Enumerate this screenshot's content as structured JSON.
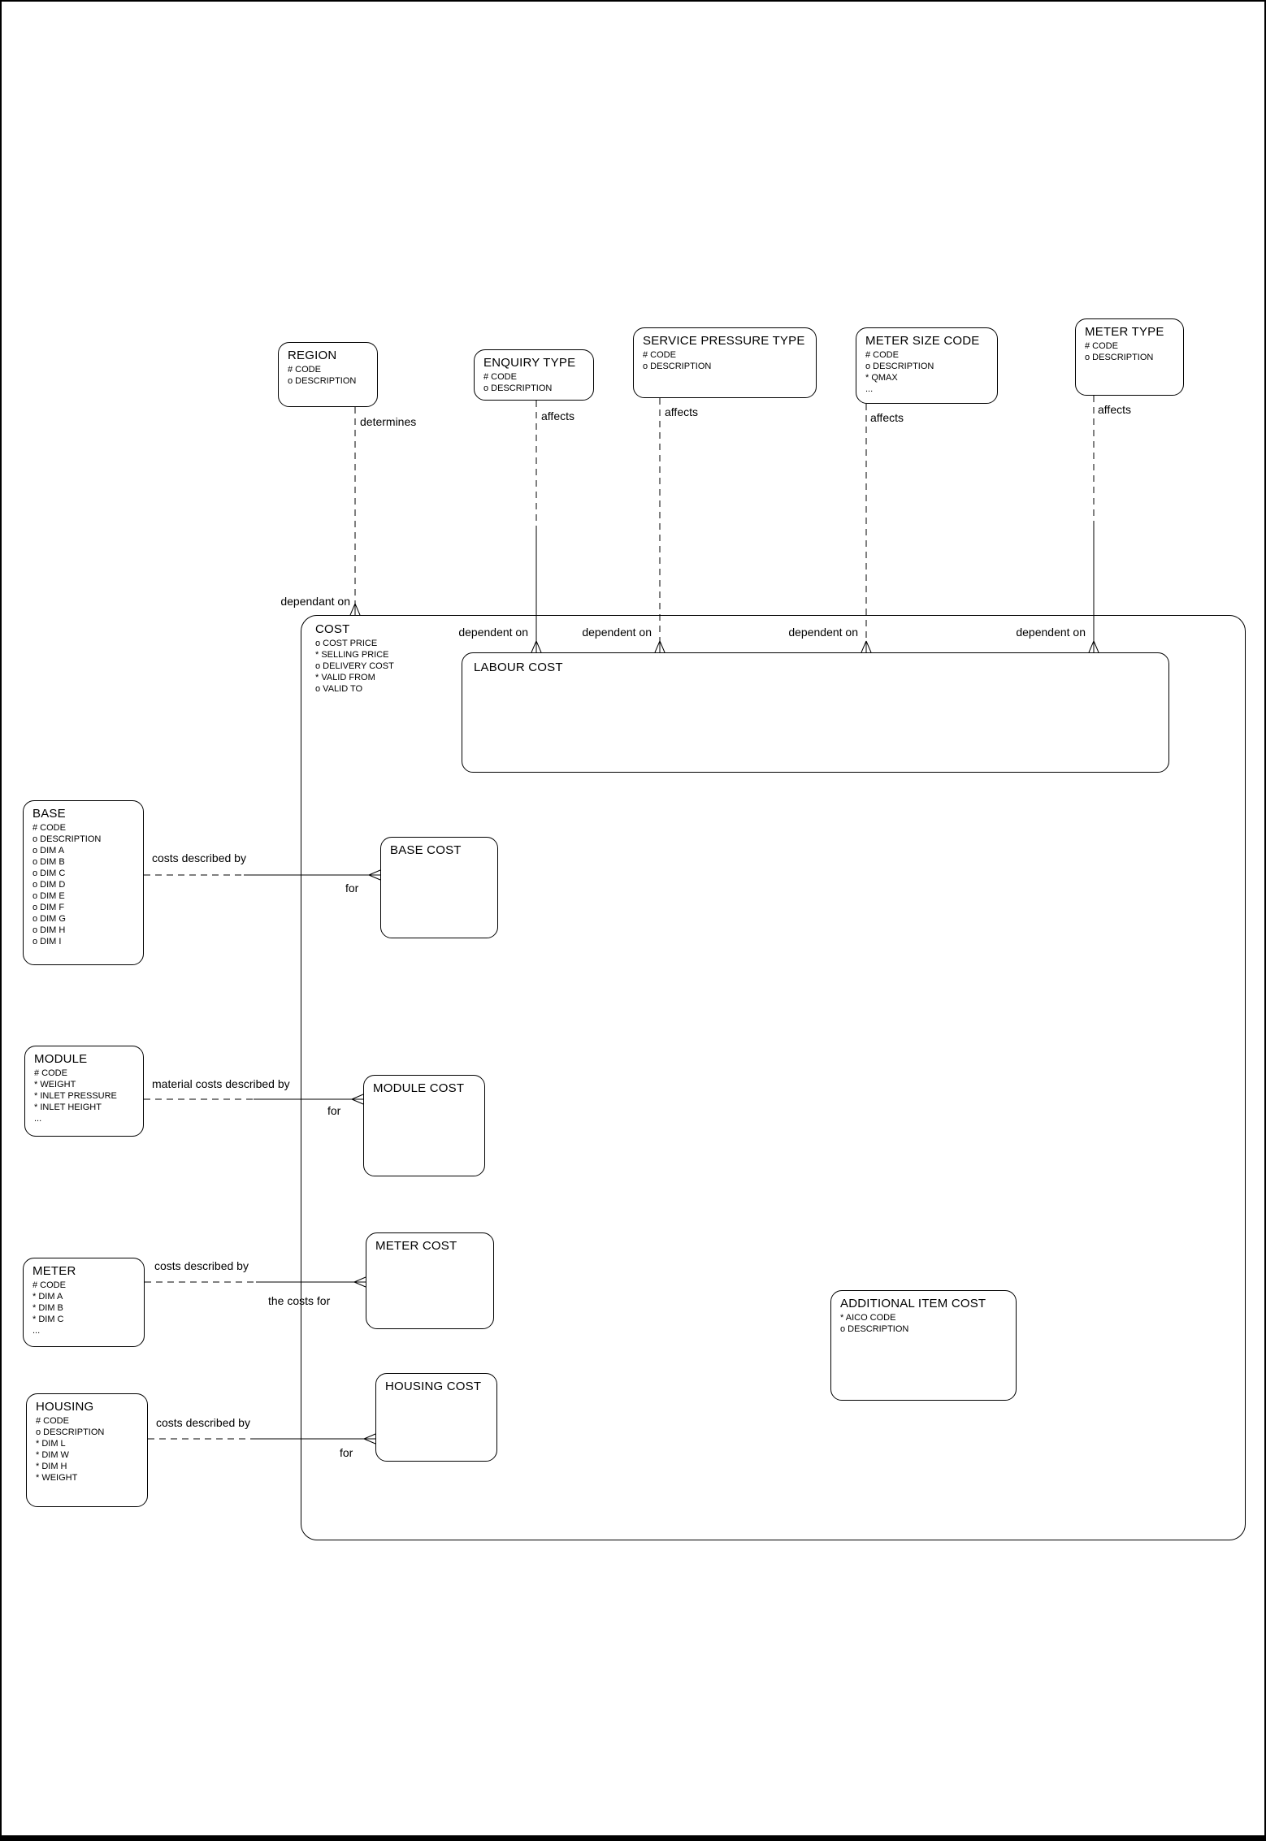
{
  "diagram": {
    "colors": {
      "line": "#000000",
      "background": "#ffffff"
    },
    "entities": {
      "region": {
        "title": "REGION",
        "attrs": [
          "# CODE",
          "o DESCRIPTION"
        ]
      },
      "enquiry_type": {
        "title": "ENQUIRY TYPE",
        "attrs": [
          "# CODE",
          "o DESCRIPTION"
        ]
      },
      "service_pressure_type": {
        "title": "SERVICE PRESSURE TYPE",
        "attrs": [
          "# CODE",
          "o DESCRIPTION"
        ]
      },
      "meter_size_code": {
        "title": "METER SIZE CODE",
        "attrs": [
          "# CODE",
          "o DESCRIPTION",
          "* QMAX",
          "..."
        ]
      },
      "meter_type": {
        "title": "METER TYPE",
        "attrs": [
          "# CODE",
          "o DESCRIPTION"
        ]
      },
      "cost": {
        "title": "COST",
        "attrs": [
          "o COST PRICE",
          "* SELLING PRICE",
          "o DELIVERY COST",
          "* VALID FROM",
          "o VALID TO"
        ]
      },
      "labour_cost": {
        "title": "LABOUR COST",
        "attrs": []
      },
      "base": {
        "title": "BASE",
        "attrs": [
          "# CODE",
          "o DESCRIPTION",
          "o DIM A",
          "o DIM B",
          "o DIM C",
          "o DIM D",
          "o DIM E",
          "o DIM F",
          "o DIM G",
          "o DIM H",
          "o DIM I"
        ]
      },
      "base_cost": {
        "title": "BASE COST",
        "attrs": []
      },
      "module": {
        "title": "MODULE",
        "attrs": [
          "# CODE",
          "* WEIGHT",
          "* INLET PRESSURE",
          "* INLET HEIGHT",
          "..."
        ]
      },
      "module_cost": {
        "title": "MODULE COST",
        "attrs": []
      },
      "meter": {
        "title": "METER",
        "attrs": [
          "# CODE",
          "* DIM A",
          "* DIM B",
          "* DIM C",
          "..."
        ]
      },
      "meter_cost": {
        "title": "METER COST",
        "attrs": []
      },
      "housing": {
        "title": "HOUSING",
        "attrs": [
          "# CODE",
          "o DESCRIPTION",
          "* DIM L",
          "* DIM W",
          "* DIM H",
          "* WEIGHT"
        ]
      },
      "housing_cost": {
        "title": "HOUSING COST",
        "attrs": []
      },
      "additional_item_cost": {
        "title": "ADDITIONAL ITEM COST",
        "attrs": [
          "* AICO CODE",
          "o DESCRIPTION"
        ]
      }
    },
    "relationships": {
      "region_cost": {
        "from_label": "determines",
        "to_label": "dependant on"
      },
      "enquiry_labour": {
        "from_label": "affects",
        "to_label": "dependent on"
      },
      "service_labour": {
        "from_label": "affects",
        "to_label": "dependent on"
      },
      "meter_size_labour": {
        "from_label": "affects",
        "to_label": "dependent on"
      },
      "meter_type_labour": {
        "from_label": "affects",
        "to_label": "dependent on"
      },
      "base_base_cost": {
        "from_label": "costs described by",
        "to_label": "for"
      },
      "module_module_cost": {
        "from_label": "material costs described by",
        "to_label": "for"
      },
      "meter_meter_cost": {
        "from_label": "costs described by",
        "to_label": "the costs for"
      },
      "housing_housing_cost": {
        "from_label": "costs described by",
        "to_label": "for"
      }
    }
  }
}
